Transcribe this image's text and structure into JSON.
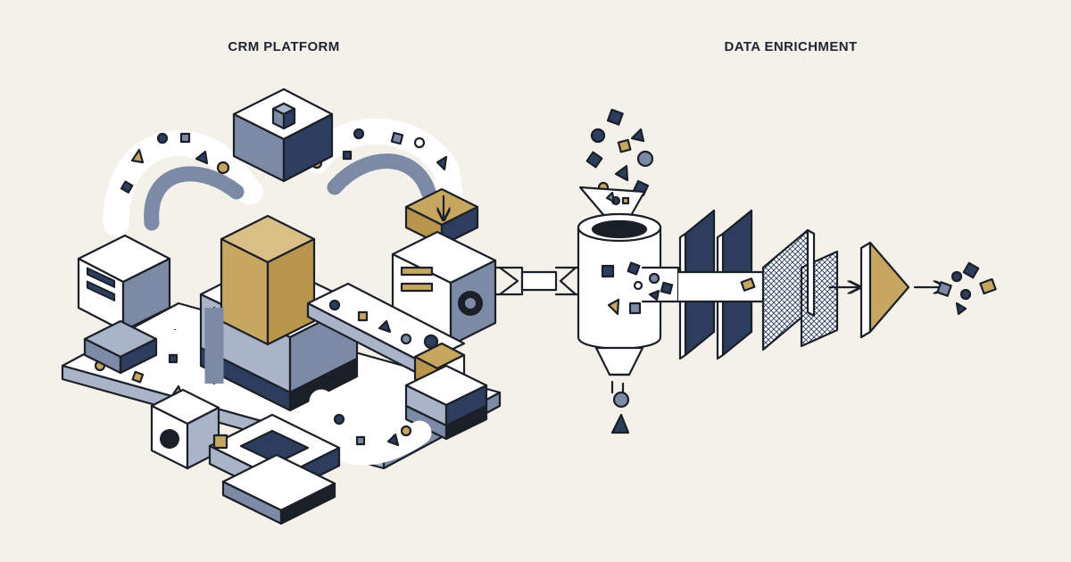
{
  "labels": {
    "left": "CRM PLATFORM",
    "right": "DATA ENRICHMENT"
  },
  "colors": {
    "background": "#f4f1ea",
    "navy": "#2c3d5e",
    "slate": "#7c8aa6",
    "light_slate": "#a9b4c8",
    "gold": "#c7a660",
    "ink": "#1b1f27",
    "paper": "#ffffff"
  },
  "icons": {
    "left": "crm-machine-isometric",
    "right": "enrichment-pipeline-funnel-filters"
  }
}
